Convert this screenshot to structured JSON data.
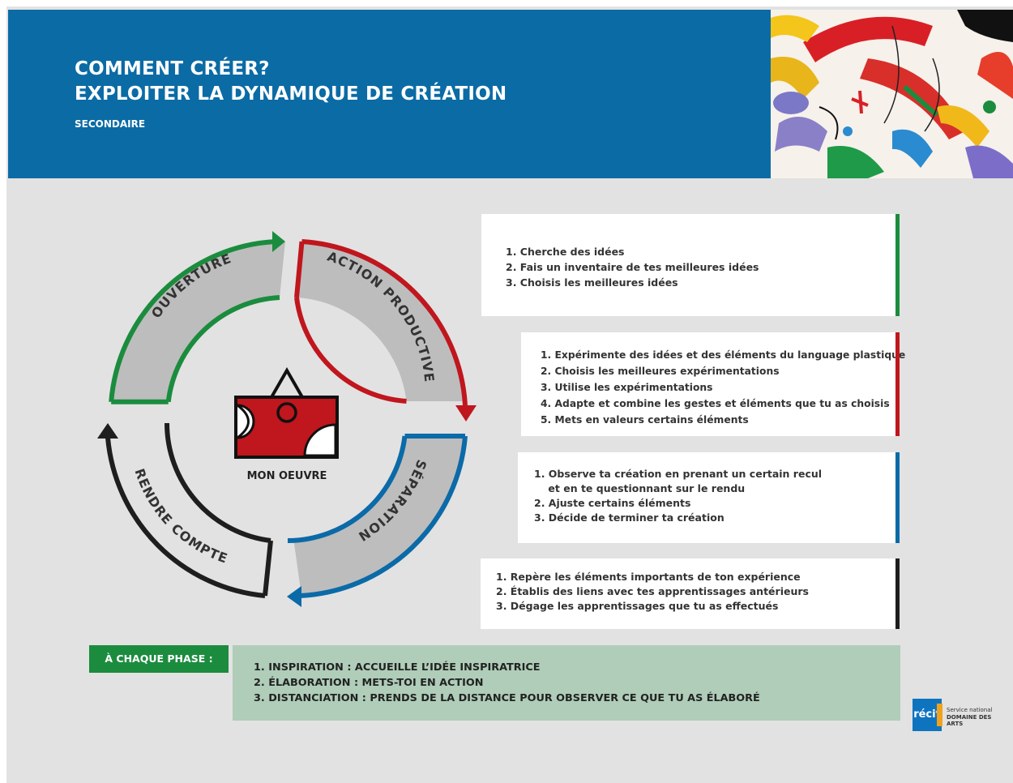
{
  "header": {
    "title_line1": "COMMENT CRÉER?",
    "title_line2": "EXPLOITER LA DYNAMIQUE DE CRÉATION",
    "subtitle": "SECONDAIRE"
  },
  "cycle": {
    "center_label": "MON OEUVRE",
    "phases": [
      {
        "label": "OUVERTURE",
        "color": "#1b8c3e"
      },
      {
        "label": "ACTION PRODUCTIVE",
        "color": "#c0161d"
      },
      {
        "label": "SÉPARATION",
        "color": "#0b6aa8"
      },
      {
        "label": "RENDRE COMPTE",
        "color": "#1e1e1e"
      }
    ]
  },
  "steps": [
    {
      "color": "#1b8c3e",
      "lines": [
        "1. Cherche des idées",
        "2. Fais un inventaire de tes meilleures idées",
        "3. Choisis les meilleures idées"
      ]
    },
    {
      "color": "#c0161d",
      "lines": [
        "1. Expérimente des idées et des éléments du language plastique",
        "2. Choisis les meilleures expérimentations",
        "3. Utilise les expérimentations",
        "4. Adapte et combine les gestes et éléments que tu as choisis",
        "5. Mets en valeurs certains éléments"
      ]
    },
    {
      "color": "#0b6aa8",
      "lines": [
        "1. Observe ta création en prenant un certain recul",
        "    et en te questionnant sur le rendu",
        "2. Ajuste certains éléments",
        "3. Décide de terminer ta création"
      ]
    },
    {
      "color": "#1e1e1e",
      "lines": [
        "1. Repère les éléments importants de ton expérience",
        "2. Établis des liens avec tes apprentissages antérieurs",
        "3. Dégage les apprentissages que tu as effectués"
      ]
    }
  ],
  "footer": {
    "tag": "À CHAQUE PHASE :",
    "lines": [
      "1. INSPIRATION : ACCUEILLE L’IDÉE INSPIRATRICE",
      "2. ÉLABORATION : METS-TOI EN ACTION",
      "3. DISTANCIATION :  PRENDS DE LA DISTANCE POUR OBSERVER CE QUE TU AS ÉLABORÉ"
    ]
  },
  "logo": {
    "name": "récit",
    "line1": "Service national",
    "line2": "DOMAINE DES ARTS"
  }
}
